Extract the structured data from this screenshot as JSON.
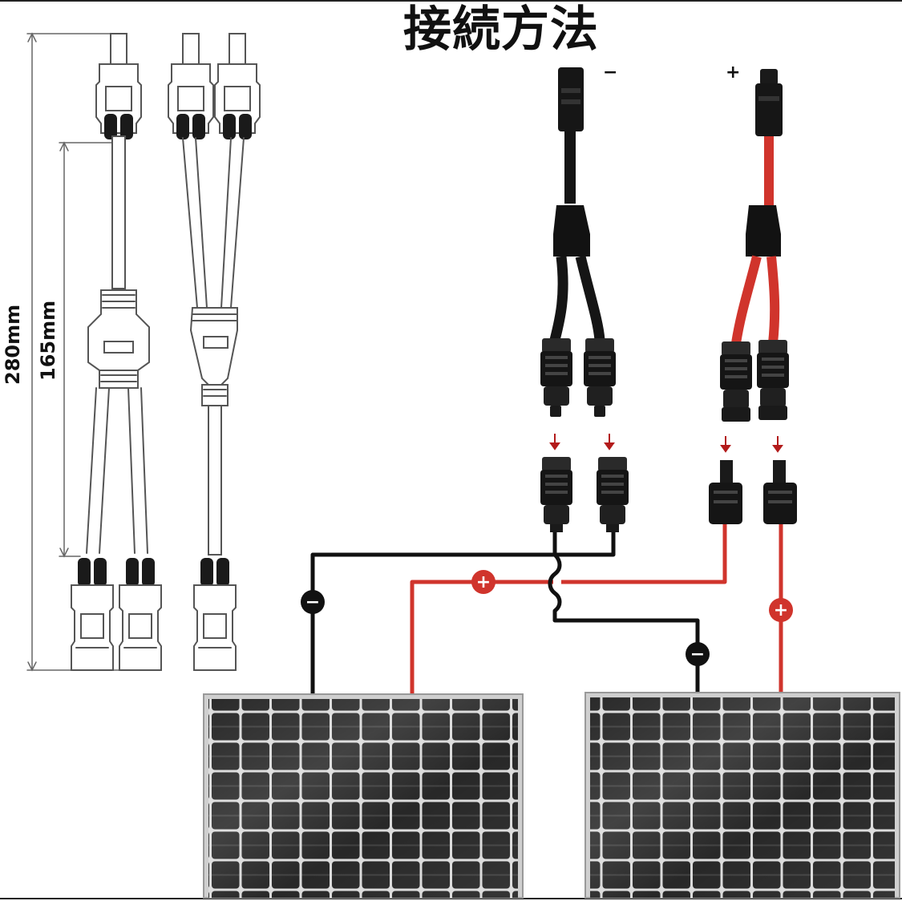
{
  "title": "接続方法",
  "dimensions": {
    "total_length": "280mm",
    "branch_length": "165mm"
  },
  "polarity": {
    "negative": "−",
    "positive": "+"
  },
  "badges": {
    "negative_symbol": "−",
    "positive_symbol": "+"
  },
  "colors": {
    "positive_wire": "#d0342c",
    "negative_wire": "#111111",
    "arrow": "#b31b1b",
    "panel": "#1c1c1c"
  },
  "icons": [
    "y-branch-connector-icon",
    "mc4-connector-icon",
    "solar-panel-icon",
    "down-arrow-icon"
  ]
}
